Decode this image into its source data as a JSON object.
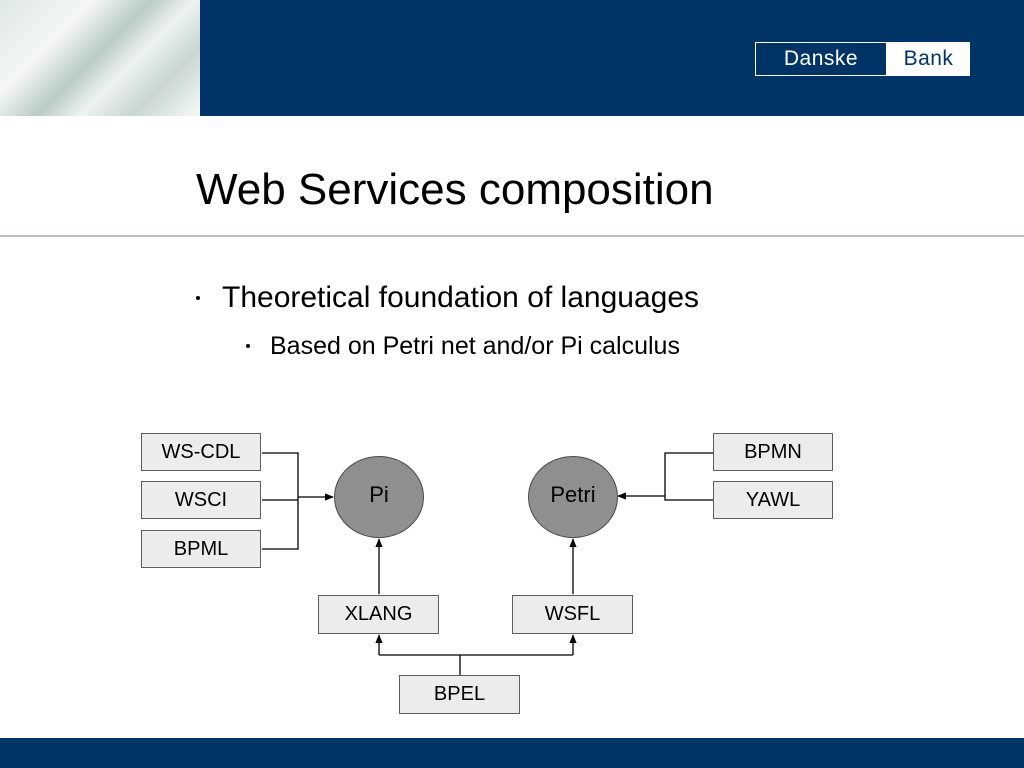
{
  "header": {
    "logo_left": "Danske",
    "logo_right": "Bank"
  },
  "slide": {
    "title": "Web Services composition",
    "bullet_1": "Theoretical foundation of languages",
    "bullet_2": "Based on Petri net and/or Pi calculus"
  },
  "diagram": {
    "nodes": {
      "pi": "Pi",
      "petri": "Petri"
    },
    "boxes": {
      "ws_cdl": "WS-CDL",
      "wsci": "WSCI",
      "bpml": "BPML",
      "bpmn": "BPMN",
      "yawl": "YAWL",
      "xlang": "XLANG",
      "wsfl": "WSFL",
      "bpel": "BPEL"
    }
  },
  "colors": {
    "brand_navy": "#003466",
    "node_fill": "#8f8f8f",
    "box_fill": "#ececec"
  }
}
